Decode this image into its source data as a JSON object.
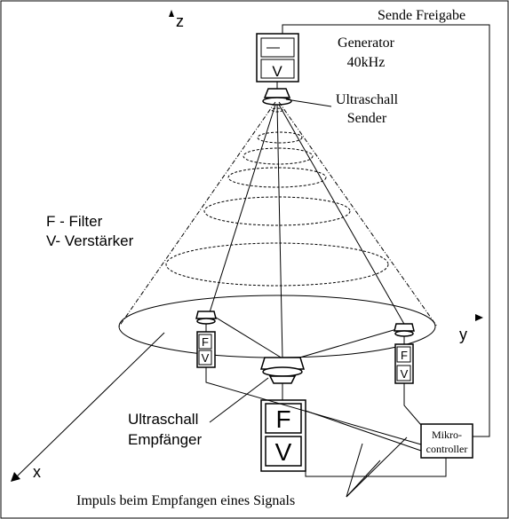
{
  "axes": {
    "z": "z",
    "y": "y",
    "x": "x"
  },
  "labels": {
    "send_enable": "Sende Freigabe",
    "generator_line1": "Generator",
    "generator_line2": "40kHz",
    "transmitter_line1": "Ultraschall",
    "transmitter_line2": "Sender",
    "legend_filter": "F - Filter",
    "legend_amp": "V- Verstärker",
    "receiver_line1": "Ultraschall",
    "receiver_line2": "Empfänger",
    "mcu_line1": "Mikro-",
    "mcu_line2": "controller",
    "pulse_caption": "Impuls beim Empfangen eines Signals"
  },
  "blocks": {
    "filter": "F",
    "amplifier": "V"
  }
}
